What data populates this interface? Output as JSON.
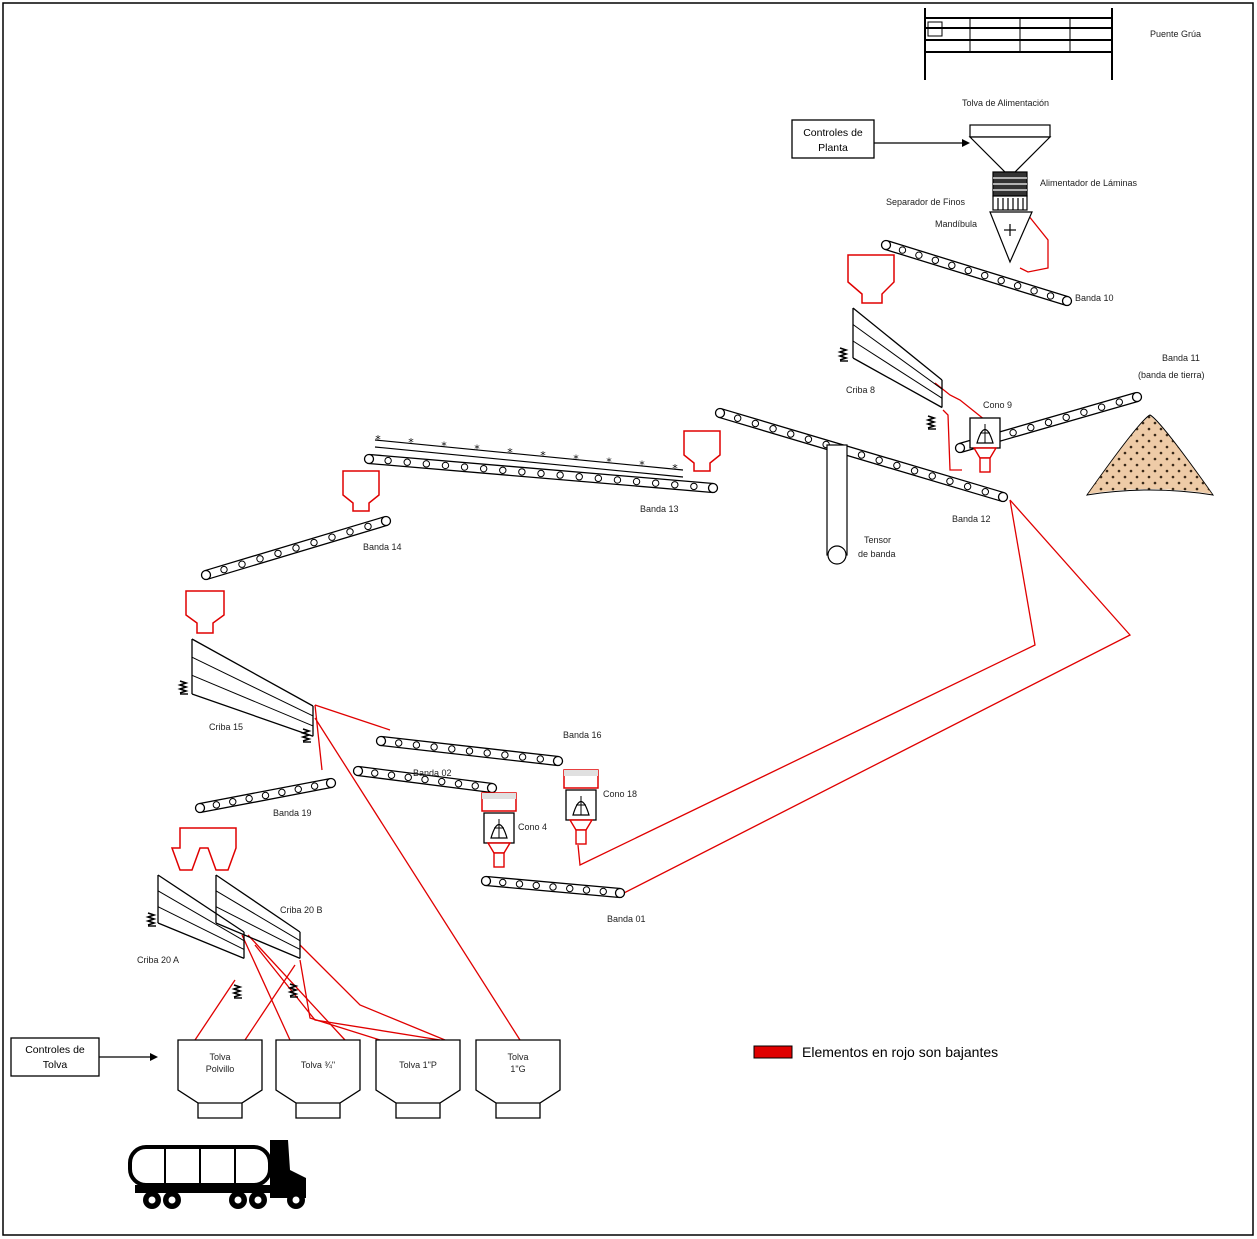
{
  "labels": {
    "puente_grua": "Puente Grúa",
    "tolva_alimentacion": "Tolva de Alimentación",
    "controles_planta_1": "Controles de",
    "controles_planta_2": "Planta",
    "alimentador": "Alimentador de Láminas",
    "separador": "Separador de Finos",
    "mandibula": "Mandíbula",
    "banda10": "Banda 10",
    "banda11_1": "Banda 11",
    "banda11_2": "(banda de tierra)",
    "criba8": "Criba 8",
    "cono9": "Cono 9",
    "banda12": "Banda 12",
    "tensor_1": "Tensor",
    "tensor_2": "de banda",
    "banda13": "Banda 13",
    "banda14": "Banda 14",
    "criba15": "Criba 15",
    "banda16": "Banda 16",
    "banda02": "Banda 02",
    "cono18": "Cono 18",
    "cono4": "Cono 4",
    "banda19": "Banda 19",
    "criba20b": "Criba 20 B",
    "criba20a": "Criba 20 A",
    "banda01": "Banda 01",
    "controles_tolva_1": "Controles de",
    "controles_tolva_2": "Tolva",
    "tolva_polvillo_1": "Tolva",
    "tolva_polvillo_2": "Polvillo",
    "tolva_n": "Tolva ¾\"",
    "tolva_1p": "Tolva 1\"P",
    "tolva_1g_1": "Tolva",
    "tolva_1g_2": "1\"G",
    "legend": "Elementos en rojo son bajantes"
  },
  "colors": {
    "line": "#000000",
    "bajante": "#e00000",
    "pile": "#e8b98a"
  }
}
